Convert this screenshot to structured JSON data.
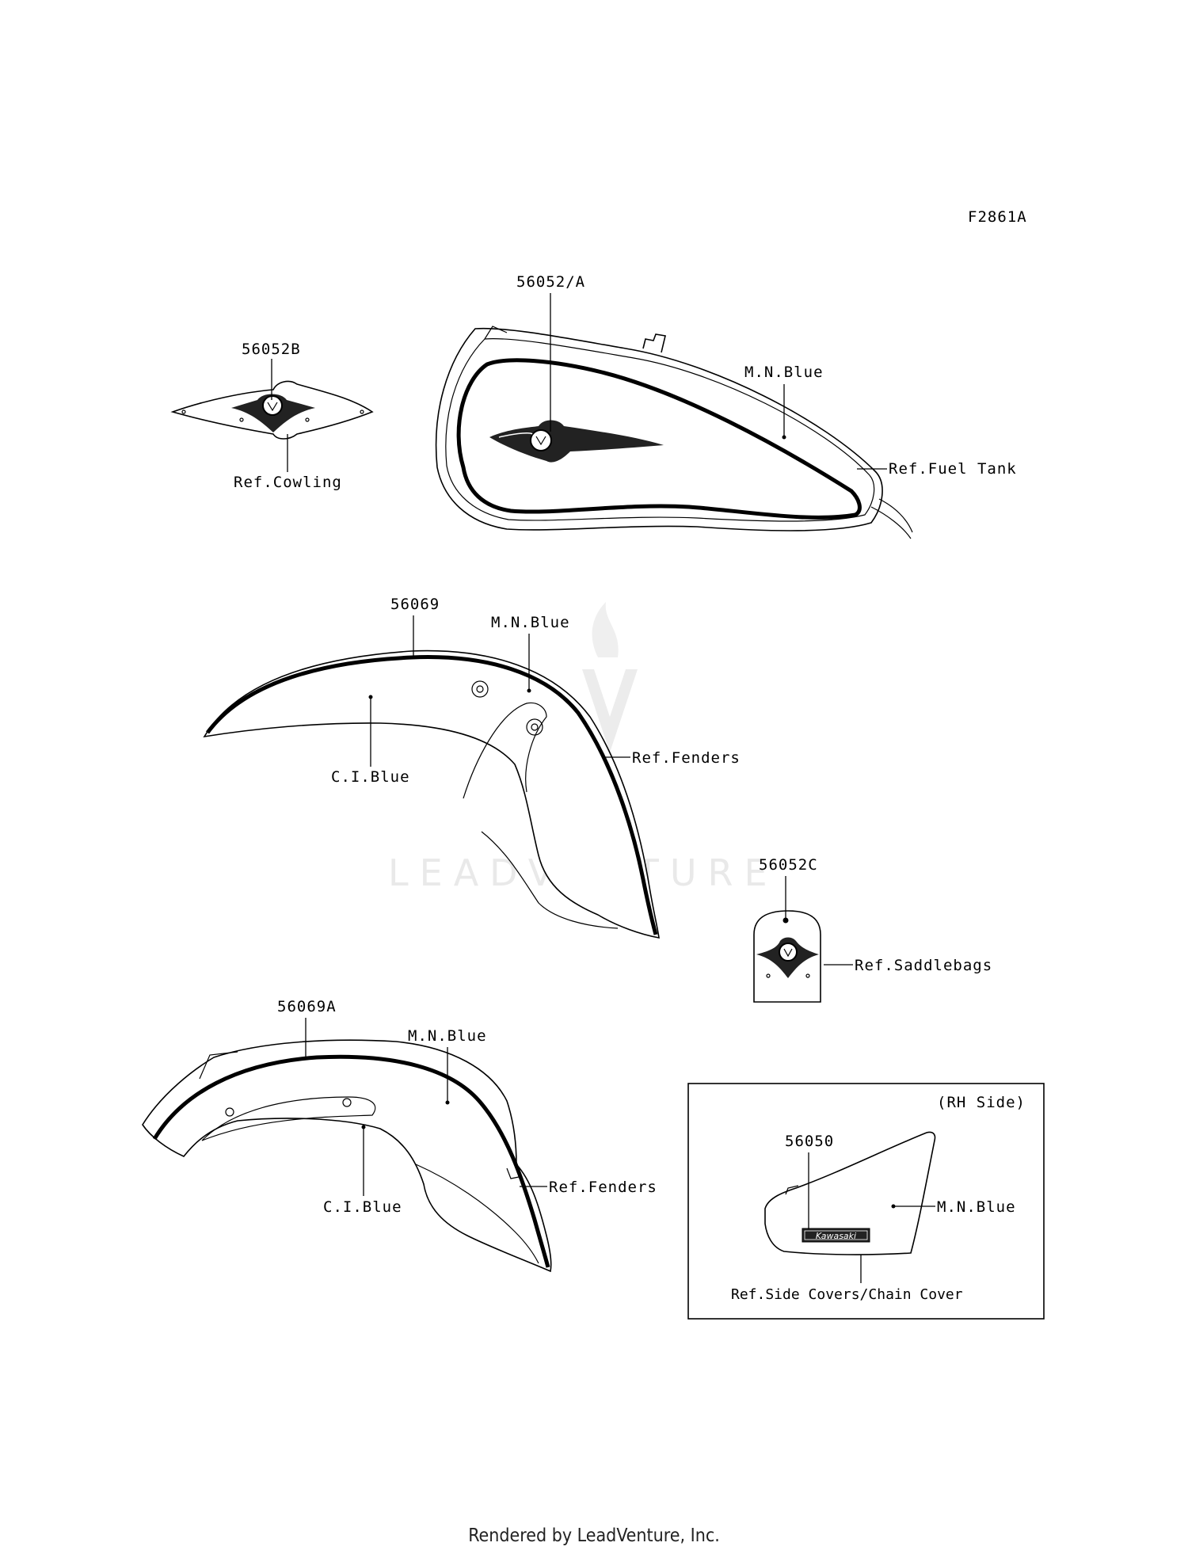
{
  "figure_code": "F2861A",
  "watermark": "LEADVENTURE",
  "footer": "Rendered by LeadVenture, Inc.",
  "inset_title": "(RH Side)",
  "badge_text": "Kawasaki",
  "labels": {
    "p56052b": "56052B",
    "ref_cowling": "Ref.Cowling",
    "p56052a": "56052/A",
    "mn_blue_tank": "M.N.Blue",
    "ref_fuel_tank": "Ref.Fuel Tank",
    "p56069": "56069",
    "mn_blue_front": "M.N.Blue",
    "ci_blue_front": "C.I.Blue",
    "ref_fenders_front": "Ref.Fenders",
    "p56052c": "56052C",
    "ref_saddlebags": "Ref.Saddlebags",
    "p56069a": "56069A",
    "mn_blue_rear": "M.N.Blue",
    "ci_blue_rear": "C.I.Blue",
    "ref_fenders_rear": "Ref.Fenders",
    "p56050": "56050",
    "mn_blue_side": "M.N.Blue",
    "ref_side_covers": "Ref.Side Covers/Chain Cover"
  }
}
